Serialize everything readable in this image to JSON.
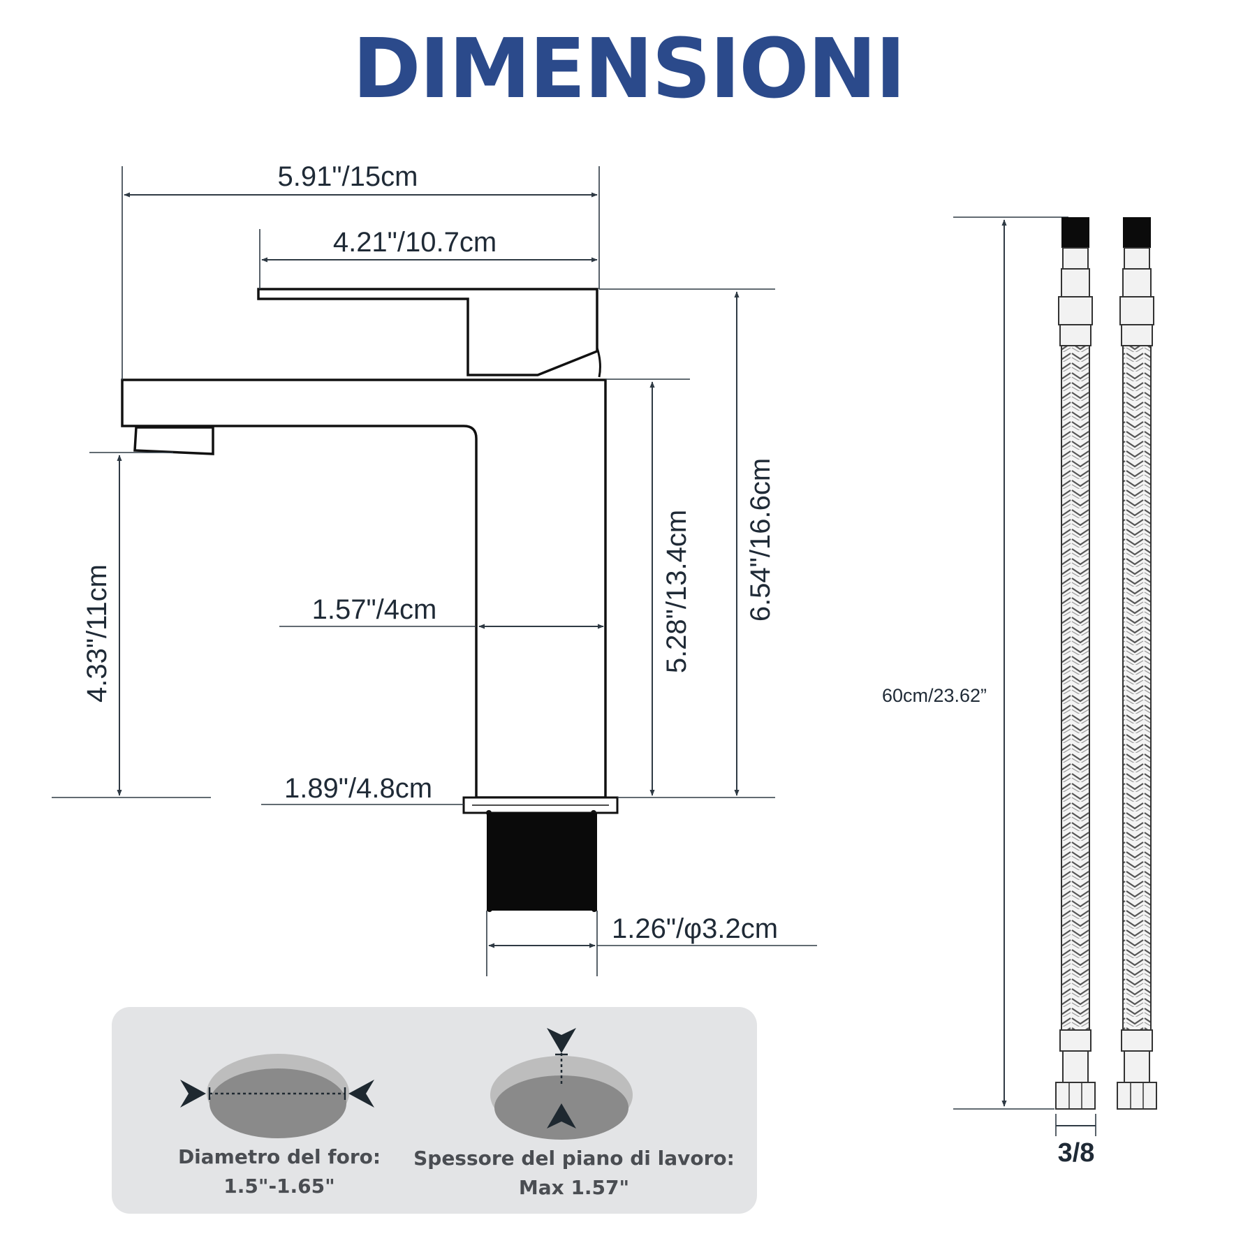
{
  "title": "DIMENSIONI",
  "colors": {
    "title": "#2b4a8b",
    "dimension_text": "#1f2a36",
    "note_panel": "#e3e4e6",
    "hole_dark": "#8a8a8a",
    "hole_light": "#bdbdbd"
  },
  "dimensions": {
    "overall_length": "5.91\"/15cm",
    "handle_length": "4.21\"/10.7cm",
    "spout_height": "4.33\"/11cm",
    "body_width": "1.57\"/4cm",
    "base_width": "1.89\"/4.8cm",
    "body_height": "5.28\"/13.4cm",
    "total_height": "6.54\"/16.6cm",
    "shank_diameter": "1.26\"/φ3.2cm",
    "hose_length": "60cm/23.62”",
    "hose_thread": "3/8"
  },
  "notes": {
    "hole_diameter_label": "Diametro del foro:",
    "hole_diameter_value": "1.5\"-1.65\"",
    "counter_thickness_label": "Spessore del piano di lavoro:",
    "counter_thickness_value": "Max 1.57\""
  }
}
